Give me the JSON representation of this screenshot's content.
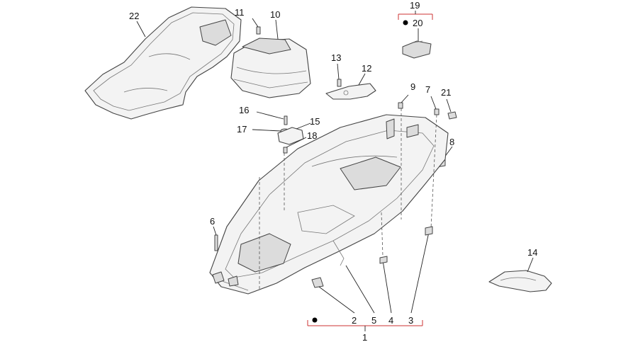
{
  "callouts": {
    "c1": "1",
    "c2": "2",
    "c3": "3",
    "c4": "4",
    "c5": "5",
    "c6": "6",
    "c7": "7",
    "c8": "8",
    "c9": "9",
    "c10": "10",
    "c11": "11",
    "c12": "12",
    "c13": "13",
    "c14": "14",
    "c15": "15",
    "c16": "16",
    "c17": "17",
    "c18": "18",
    "c19": "19",
    "c20": "20",
    "c21": "21",
    "c22": "22"
  },
  "colors": {
    "line": "#444444",
    "bracket": "#cc3333",
    "dot": "#000000"
  }
}
